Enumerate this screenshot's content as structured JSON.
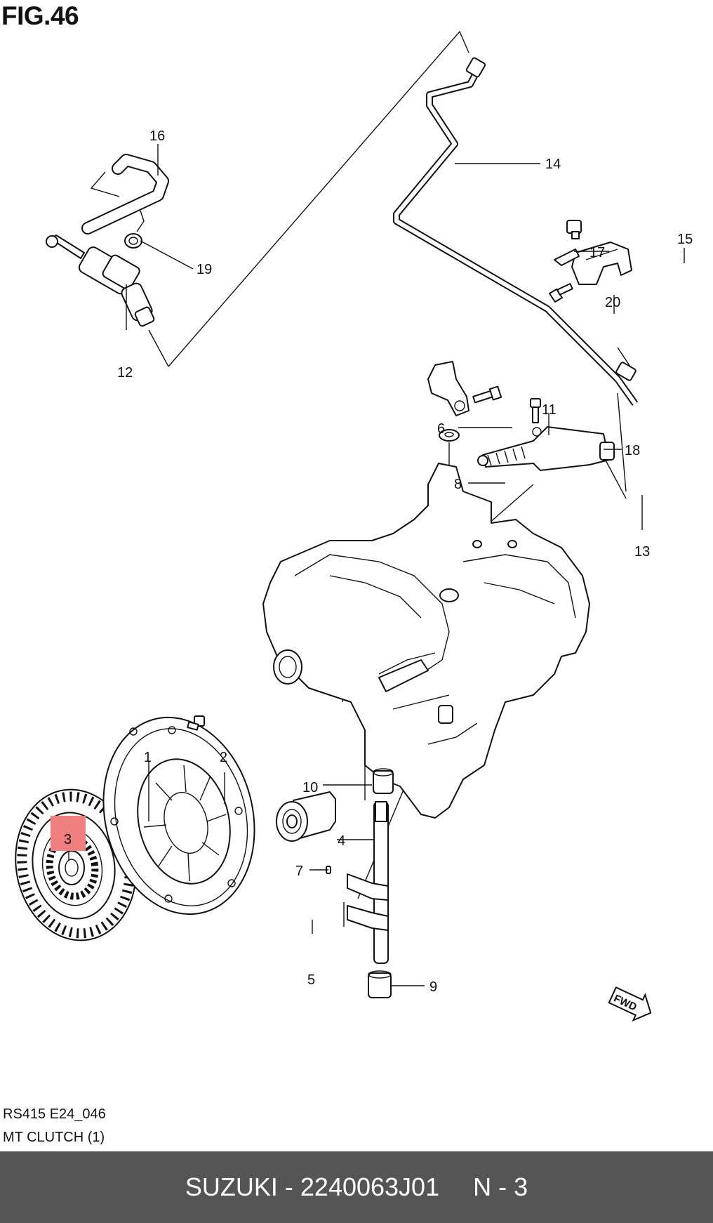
{
  "figure": {
    "title": "FIG.46",
    "code": "RS415 E24_046",
    "name": "MT CLUTCH (1)"
  },
  "callouts": {
    "c1": "1",
    "c2": "2",
    "c3": "3",
    "c4": "4",
    "c5": "5",
    "c6": "6",
    "c7": "7",
    "c8": "8",
    "c9": "9",
    "c10": "10",
    "c11": "11",
    "c12": "12",
    "c13": "13",
    "c14": "14",
    "c15": "15",
    "c16": "16",
    "c17": "17",
    "c18": "18",
    "c19": "19",
    "c20": "20"
  },
  "fwd_label": "FWD",
  "highlight": {
    "part": "3",
    "color": "#f08080"
  },
  "bar": {
    "brand_part": "SUZUKI - 2240063J01",
    "ref": "N - 3",
    "background": "#555555",
    "text_color": "#ffffff"
  }
}
